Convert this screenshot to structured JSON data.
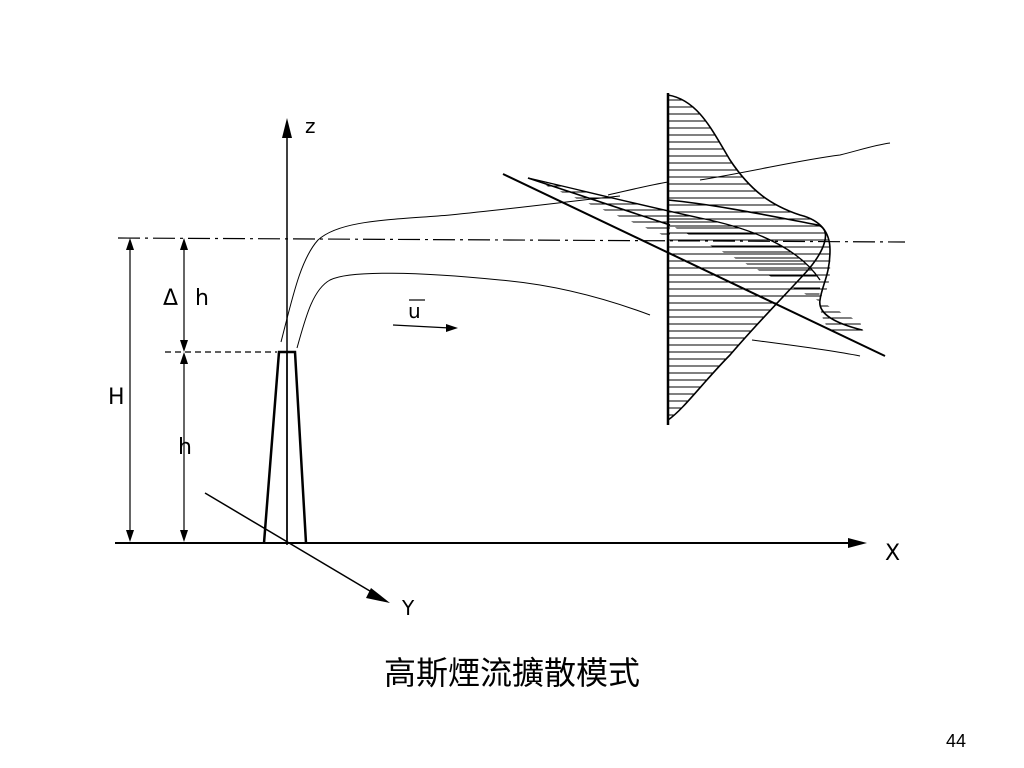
{
  "diagram": {
    "labels": {
      "z_axis": "z",
      "x_axis": "X",
      "y_axis": "Y",
      "effective_height": "H",
      "stack_height": "h",
      "delta_h_symbol": "Δ",
      "delta_h_var": "h",
      "wind_speed": "u"
    }
  },
  "caption": "高斯煙流擴散模式",
  "page_number": "44"
}
